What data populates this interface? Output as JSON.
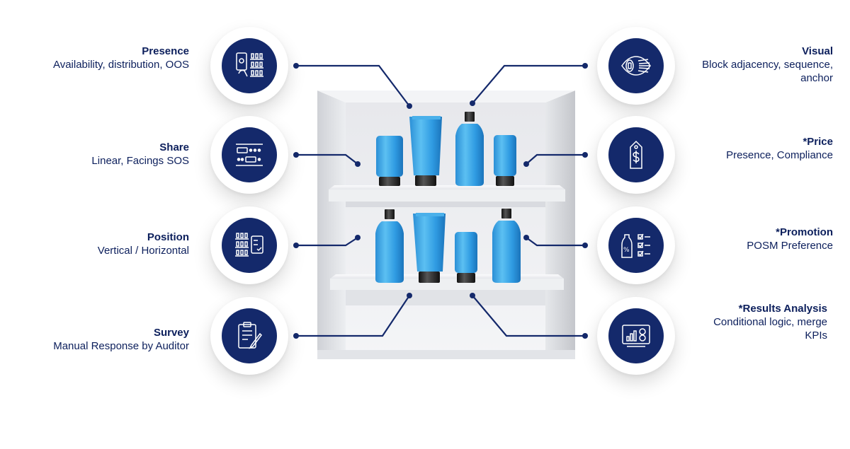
{
  "colors": {
    "navy": "#14296b",
    "text": "#0c1f5c",
    "product_blue": "#2e9ae0",
    "cap": "#1e1e1e"
  },
  "left_items": [
    {
      "id": "presence",
      "title": "Presence",
      "subtitle": [
        "Availability, distribution, OOS"
      ],
      "icon": "phone-scan-icon"
    },
    {
      "id": "share",
      "title": "Share",
      "subtitle": [
        "Linear, Facings SOS"
      ],
      "icon": "linear-share-icon"
    },
    {
      "id": "position",
      "title": "Position",
      "subtitle": [
        "Vertical / Horizontal"
      ],
      "icon": "shelf-grid-icon"
    },
    {
      "id": "survey",
      "title": "Survey",
      "subtitle": [
        "Manual Response by Auditor"
      ],
      "icon": "clipboard-pen-icon"
    }
  ],
  "right_items": [
    {
      "id": "visual",
      "title": "Visual",
      "subtitle": [
        "Block adjacency, sequence,",
        "anchor"
      ],
      "icon": "eye-scan-icon"
    },
    {
      "id": "price",
      "title": "*Price",
      "subtitle": [
        "Presence, Compliance"
      ],
      "icon": "price-tag-icon"
    },
    {
      "id": "promotion",
      "title": "*Promotion",
      "subtitle": [
        "POSM Preference"
      ],
      "icon": "promo-checklist-icon"
    },
    {
      "id": "results",
      "title": "*Results Analysis",
      "subtitle": [
        "Conditional logic, merge",
        "KPIs"
      ],
      "icon": "monitor-chart-icon"
    }
  ]
}
